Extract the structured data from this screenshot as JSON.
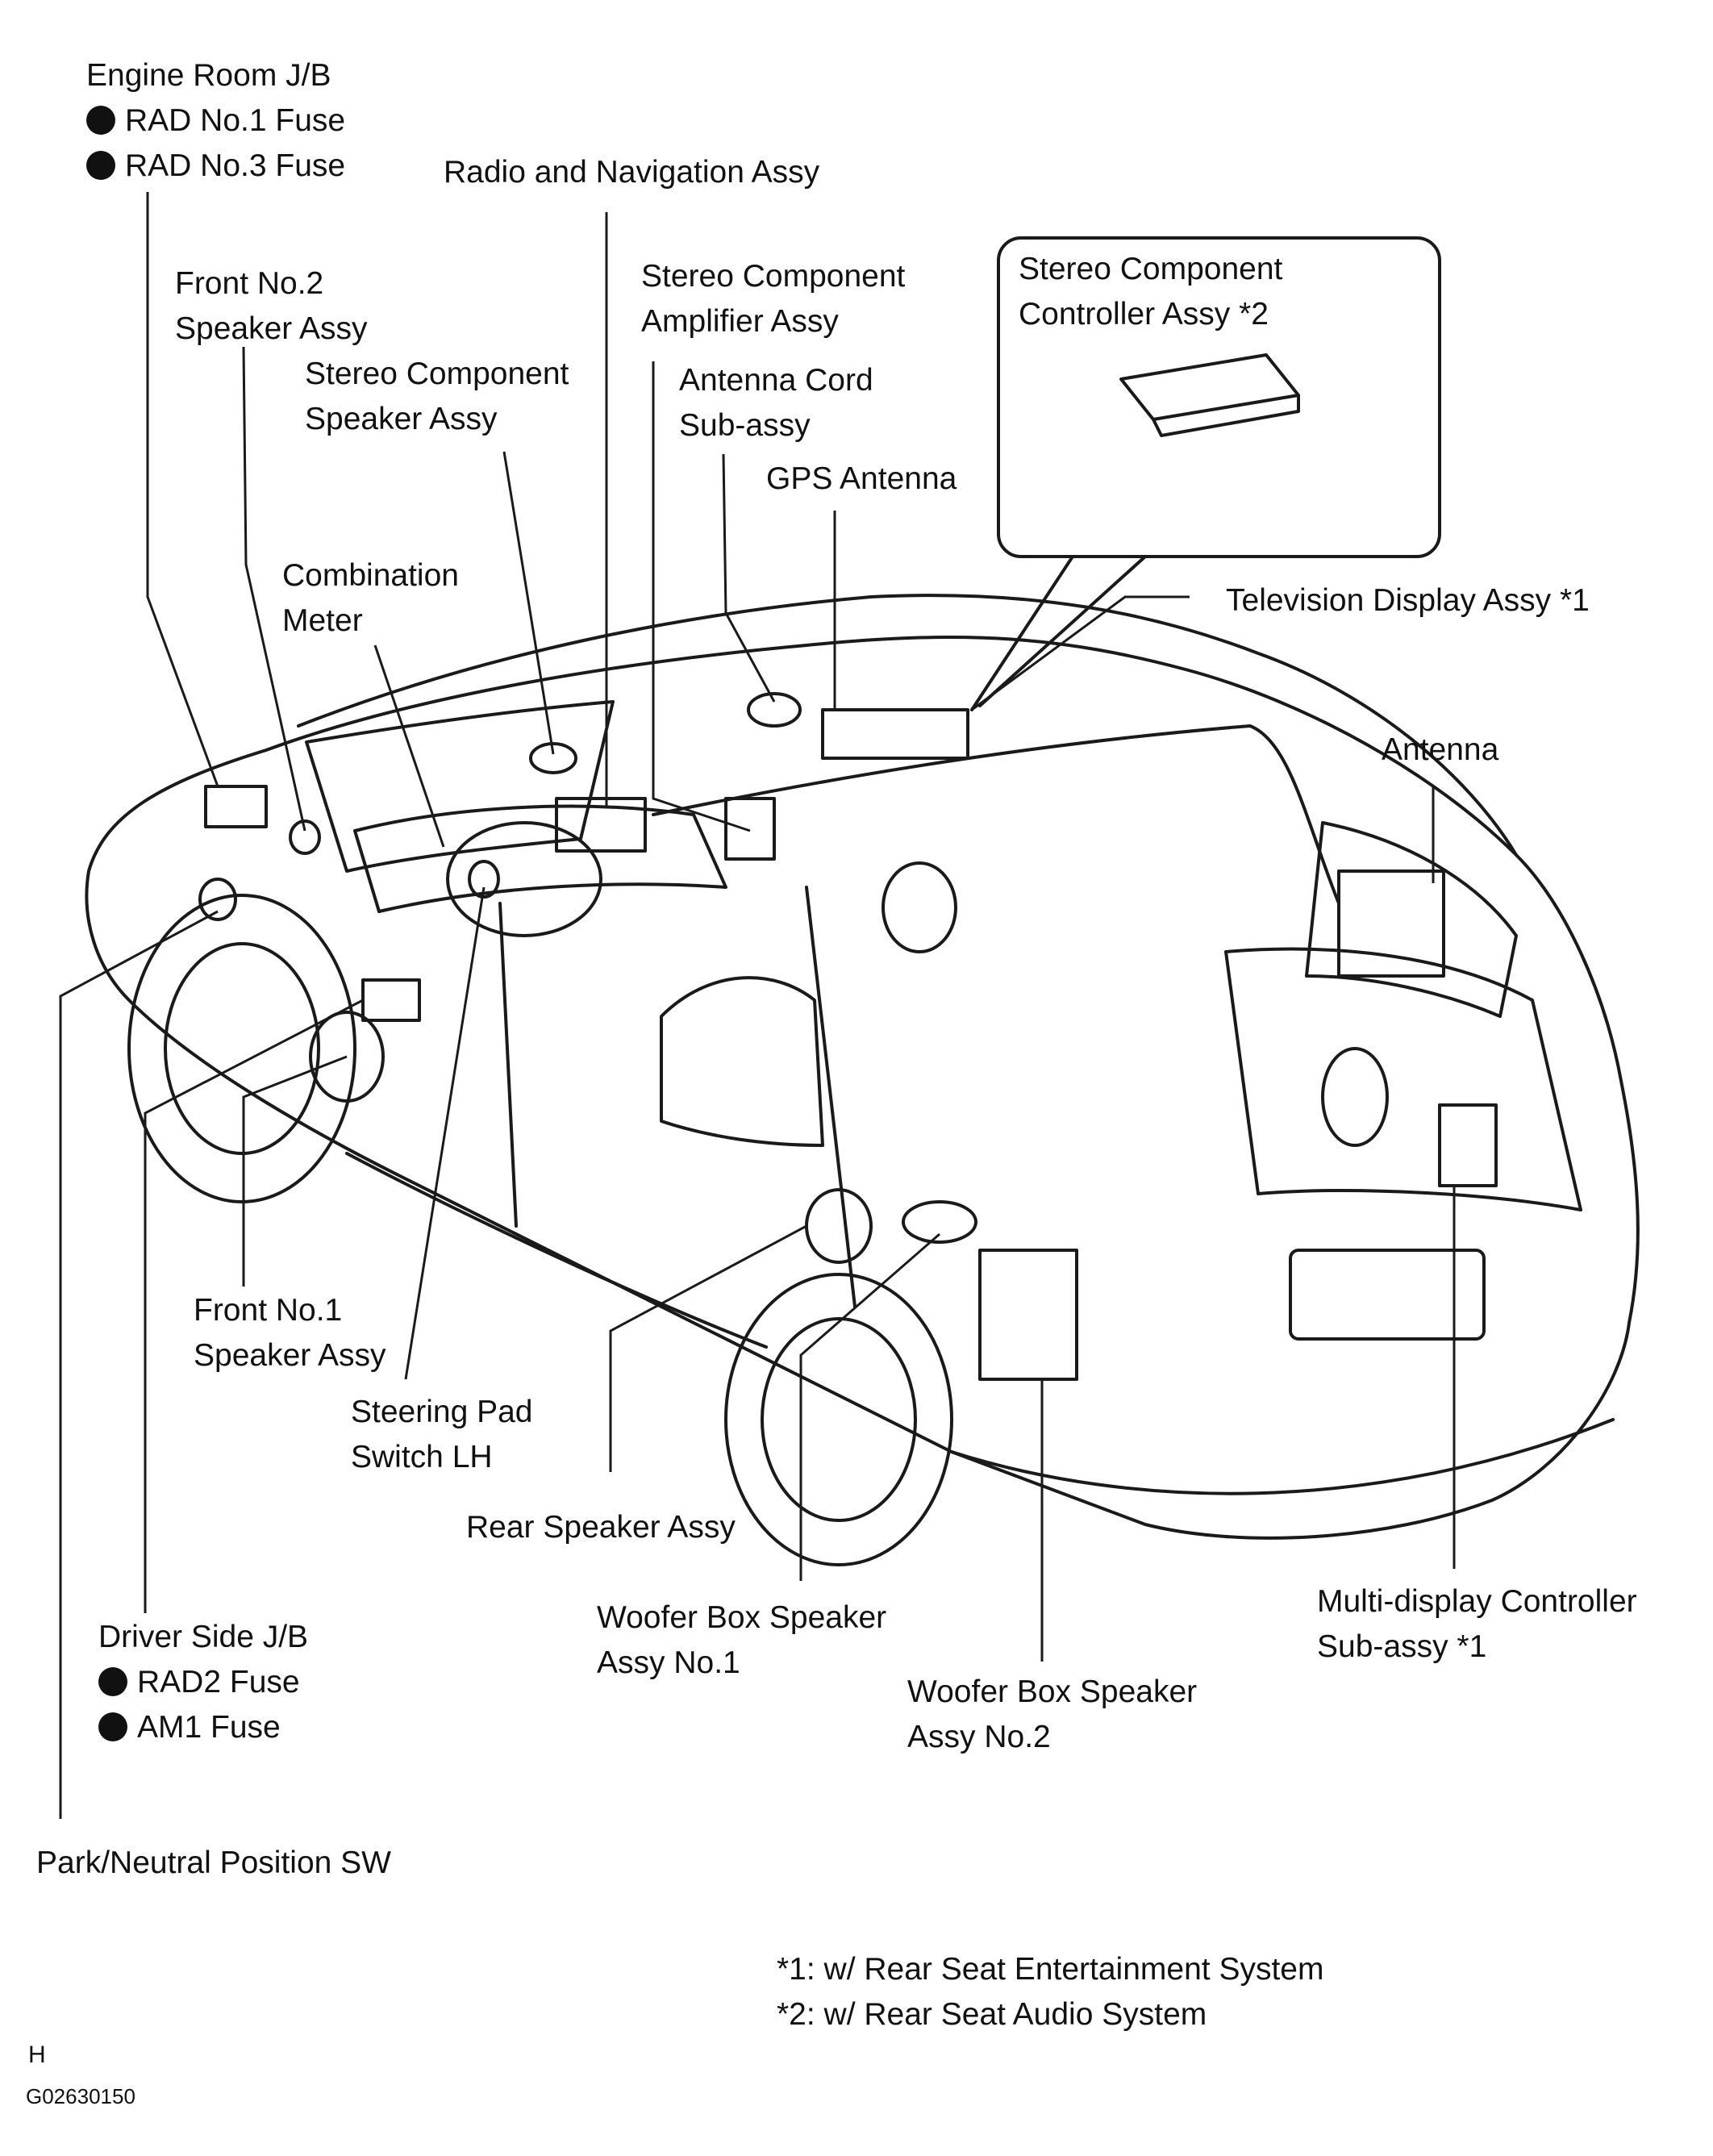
{
  "labels": {
    "engine_room_jb": {
      "title": "Engine Room J/B",
      "items": [
        "RAD No.1 Fuse",
        "RAD No.3 Fuse"
      ]
    },
    "radio_nav": "Radio and Navigation Assy",
    "front_no2_speaker": [
      "Front No.2",
      "Speaker Assy"
    ],
    "stereo_amp": [
      "Stereo Component",
      "Amplifier Assy"
    ],
    "stereo_speaker": [
      "Stereo Component",
      "Speaker Assy"
    ],
    "antenna_cord": [
      "Antenna Cord",
      "Sub-assy"
    ],
    "gps_antenna": "GPS Antenna",
    "stereo_controller": [
      "Stereo Component",
      "Controller Assy *2"
    ],
    "combination_meter": [
      "Combination",
      "Meter"
    ],
    "tv_display": "Television Display Assy *1",
    "antenna": "Antenna",
    "front_no1_speaker": [
      "Front No.1",
      "Speaker Assy"
    ],
    "steering_pad": [
      "Steering Pad",
      "Switch LH"
    ],
    "rear_speaker": "Rear Speaker Assy",
    "woofer_no1": [
      "Woofer Box Speaker",
      "Assy No.1"
    ],
    "woofer_no2": [
      "Woofer Box Speaker",
      "Assy No.2"
    ],
    "multi_display": [
      "Multi-display Controller",
      "Sub-assy *1"
    ],
    "driver_side_jb": {
      "title": "Driver Side J/B",
      "items": [
        "RAD2 Fuse",
        "AM1 Fuse"
      ]
    },
    "park_neutral": "Park/Neutral Position SW"
  },
  "notes": [
    "*1: w/ Rear Seat Entertainment System",
    "*2: w/ Rear Seat Audio System"
  ],
  "corner_letter": "H",
  "figure_id": "G02630150"
}
